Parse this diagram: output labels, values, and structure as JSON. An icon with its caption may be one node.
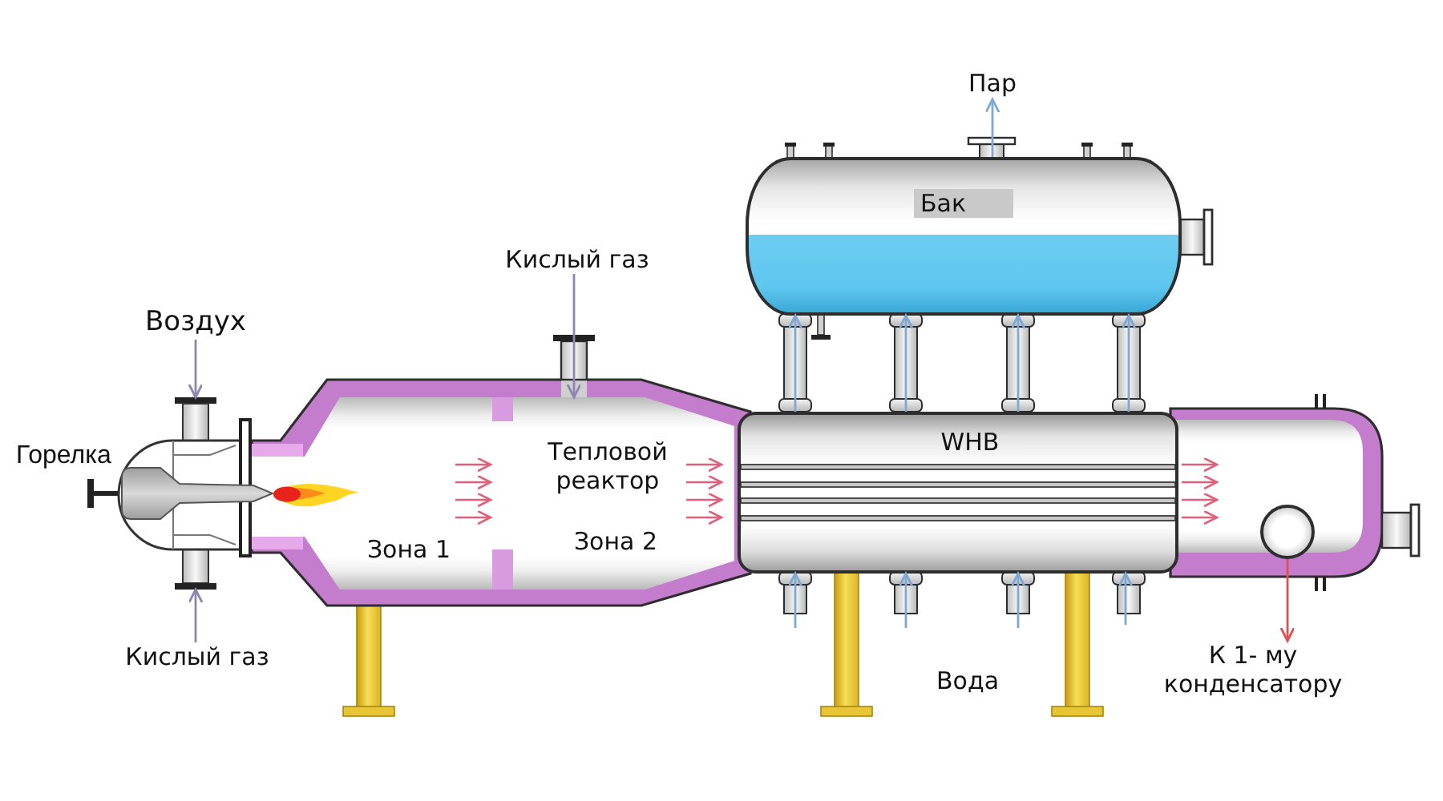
{
  "diagram": {
    "nodes": [
      {
        "text": [
          "Воздух"
        ]
      },
      {
        "text": [
          "Горелка"
        ]
      },
      {
        "text": [
          "Кислый газ"
        ]
      },
      {
        "text": [
          "Кислый газ"
        ]
      },
      {
        "text": [
          "Зона 1"
        ]
      },
      {
        "text": [
          "Тепловой реактор",
          "Зона 2"
        ]
      },
      {
        "text": [
          "Бак"
        ]
      },
      {
        "text": [
          "Пар"
        ]
      },
      {
        "text": [
          "WHB"
        ]
      },
      {
        "text": [],
        "shape": "circle"
      },
      {
        "text": [
          "К 1- му конденсатору"
        ]
      }
    ],
    "edges": [
      {
        "from": 0,
        "to": 1,
        "arrow": "to",
        "color": "#8c86b0"
      },
      {
        "from": 2,
        "to": 1,
        "arrow": "to",
        "color": "#8c86b0"
      },
      {
        "from": 3,
        "to": 5,
        "arrow": "to",
        "color": "#8c86b0"
      },
      {
        "from": 6,
        "to": 7,
        "arrow": "to"
      },
      {
        "from": 8,
        "to": 6,
        "arrow": "to"
      },
      {
        "from": 8,
        "to": 6,
        "arrow": "to"
      },
      {
        "from": 8,
        "to": 6,
        "arrow": "to"
      },
      {
        "from": 8,
        "to": 6,
        "arrow": "to"
      },
      {
        "from": null,
        "to": 8,
        "arrow": "to"
      },
      {
        "from": null,
        "to": 8,
        "arrow": "to"
      },
      {
        "from": null,
        "to": 8,
        "arrow": "to"
      },
      {
        "from": null,
        "to": 8,
        "arrow": "to"
      },
      {
        "from": 9,
        "to": 10,
        "arrow": "to",
        "color": "#e05252"
      }
    ],
    "labels": [
      "Вода"
    ]
  }
}
